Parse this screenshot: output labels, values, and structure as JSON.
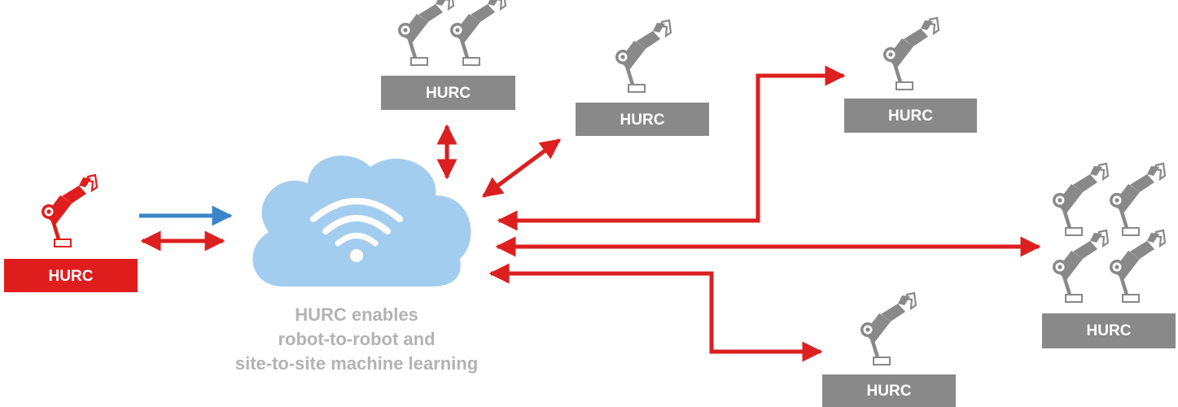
{
  "colors": {
    "local_red": "#e01d1d",
    "remote_gray": "#898989",
    "cloud_blue": "#a3cdef",
    "upload_arrow_blue": "#3a86c8",
    "exchange_arrow_red": "#dc1f1f",
    "caption_gray": "#b3b3b3"
  },
  "nodes": {
    "local": {
      "label": "HURC"
    },
    "top_double": {
      "label": "HURC"
    },
    "top_single": {
      "label": "HURC"
    },
    "right_upper": {
      "label": "HURC"
    },
    "right_cluster": {
      "label": "HURC"
    },
    "bottom": {
      "label": "HURC"
    }
  },
  "cloud": {
    "icon": "wifi-icon"
  },
  "caption": {
    "line1": "HURC enables",
    "line2": "robot-to-robot and",
    "line3": "site-to-site machine learning"
  }
}
